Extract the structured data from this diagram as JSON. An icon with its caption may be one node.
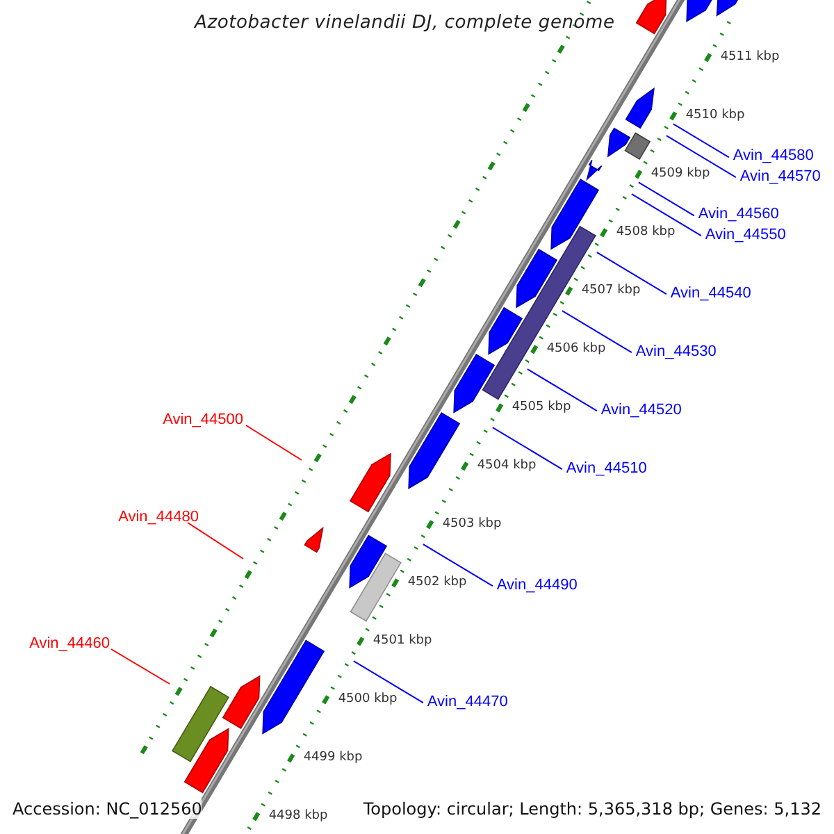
{
  "diagram": {
    "title": "Azotobacter vinelandii DJ, complete genome",
    "nodes": [
      {
        "text": [
          "Avin_44580"
        ]
      },
      {
        "text": [
          "Avin_44570"
        ]
      },
      {
        "text": [
          "Avin_44560"
        ]
      },
      {
        "text": [
          "Avin_44550"
        ]
      },
      {
        "text": [
          "Avin_44540"
        ]
      },
      {
        "text": [
          "Avin_44530"
        ]
      },
      {
        "text": [
          "Avin_44500"
        ]
      },
      {
        "text": [
          "Avin_44520"
        ]
      },
      {
        "text": [
          "Avin_44480"
        ]
      },
      {
        "text": [
          "Avin_44510"
        ]
      },
      {
        "text": [
          "Avin_44490"
        ]
      },
      {
        "text": [
          "Avin_44460"
        ]
      },
      {
        "text": [
          "Avin_44470"
        ]
      }
    ],
    "edges": [
      {
        "from": 0,
        "to": null,
        "arrow": "none"
      },
      {
        "from": 1,
        "to": null,
        "arrow": "none"
      },
      {
        "from": 2,
        "to": null,
        "arrow": "none"
      },
      {
        "from": 3,
        "to": null,
        "arrow": "none"
      },
      {
        "from": 4,
        "to": null,
        "arrow": "none"
      },
      {
        "from": 5,
        "to": null,
        "arrow": "none"
      },
      {
        "from": 6,
        "to": null,
        "arrow": "none",
        "color": "#ff0000"
      },
      {
        "from": 7,
        "to": null,
        "arrow": "none"
      },
      {
        "from": 8,
        "to": null,
        "arrow": "none",
        "color": "#ff0000"
      },
      {
        "from": 9,
        "to": null,
        "arrow": "none"
      },
      {
        "from": 10,
        "to": null,
        "arrow": "none"
      },
      {
        "from": 11,
        "to": null,
        "arrow": "none",
        "color": "#ff0000"
      },
      {
        "from": 12,
        "to": null,
        "arrow": "none"
      }
    ],
    "labels": [
      "4511 kbp",
      "4510 kbp",
      "4509 kbp",
      "4508 kbp",
      "4507 kbp",
      "4506 kbp",
      "4505 kbp",
      "4504 kbp",
      "4503 kbp",
      "4502 kbp",
      "4501 kbp",
      "4500 kbp",
      "4499 kbp",
      "4498 kbp",
      "Accession: NC_012560",
      "Topology: circular; Length: 5,365,318 bp; Genes: 5,132"
    ]
  }
}
